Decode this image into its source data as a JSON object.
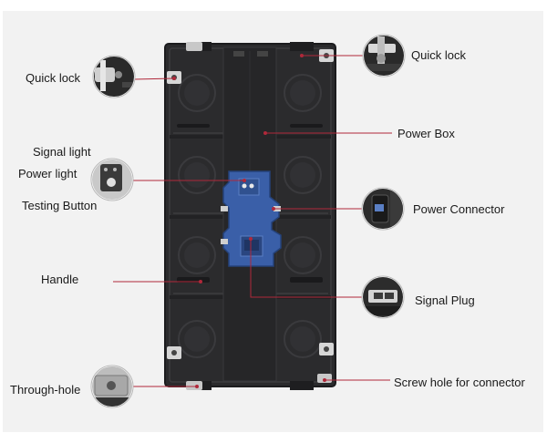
{
  "diagram": {
    "labels": {
      "quick_lock_left": "Quick lock",
      "quick_lock_right": "Quick lock",
      "power_box": "Power Box",
      "signal_light": "Signal light",
      "power_light": "Power light",
      "testing_button": "Testing Button",
      "power_connector": "Power Connector",
      "handle": "Handle",
      "signal_plug": "Signal Plug",
      "through_hole": "Through-hole",
      "screw_hole": "Screw hole for connector"
    },
    "colors": {
      "background": "#f2f2f2",
      "cabinet": "#2b2b2d",
      "cabinet_edge": "#1c1c1e",
      "module_panel": "#3a5fa8",
      "leader_line": "#b0283a"
    }
  }
}
